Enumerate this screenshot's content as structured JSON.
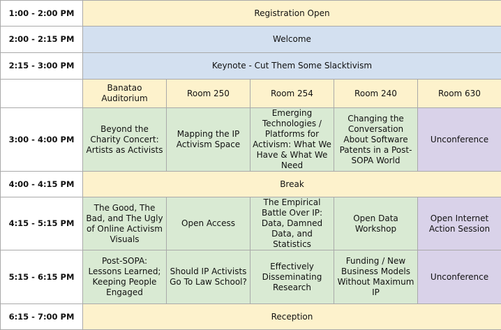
{
  "colors": {
    "plenary": "#fdf2cc",
    "welcome": "#d3e0f0",
    "room_header": "#fdf2cc",
    "session": "#d9ead3",
    "unconference": "#d9d2e9",
    "time_column": "#ffffff",
    "border": "#a9a9a9"
  },
  "rows": [
    {
      "time": "1:00 - 2:00 PM",
      "event": "Registration Open"
    },
    {
      "time": "2:00 - 2:15 PM",
      "event": "Welcome"
    },
    {
      "time": "2:15 - 3:00 PM",
      "event": "Keynote - Cut Them Some Slacktivism"
    }
  ],
  "rooms": [
    "Banatao Auditorium",
    "Room 250",
    "Room 254",
    "Room 240",
    "Room 630"
  ],
  "session_1": {
    "time": "3:00 - 4:00 PM",
    "sessions": [
      "Beyond the Charity Concert: Artists as Activists",
      "Mapping the IP Activism Space",
      "Emerging Technologies / Platforms for Activism: What We Have & What We Need",
      "Changing the Conversation About Software Patents in a Post-SOPA World",
      "Unconference"
    ]
  },
  "break": {
    "time": "4:00 - 4:15 PM",
    "event": "Break"
  },
  "session_2": {
    "time": "4:15 - 5:15 PM",
    "sessions": [
      "The Good, The Bad, and The Ugly of Online Activism Visuals",
      "Open Access",
      "The Empirical Battle Over IP: Data, Damned Data, and Statistics",
      "Open Data Workshop",
      "Open Internet Action Session"
    ]
  },
  "session_3": {
    "time": "5:15 - 6:15 PM",
    "sessions": [
      "Post-SOPA: Lessons Learned; Keeping People Engaged",
      "Should IP Activists Go To Law School?",
      "Effectively Disseminating Research",
      "Funding / New Business Models Without Maximum IP",
      "Unconference"
    ]
  },
  "reception": {
    "time": "6:15 - 7:00 PM",
    "event": "Reception"
  }
}
